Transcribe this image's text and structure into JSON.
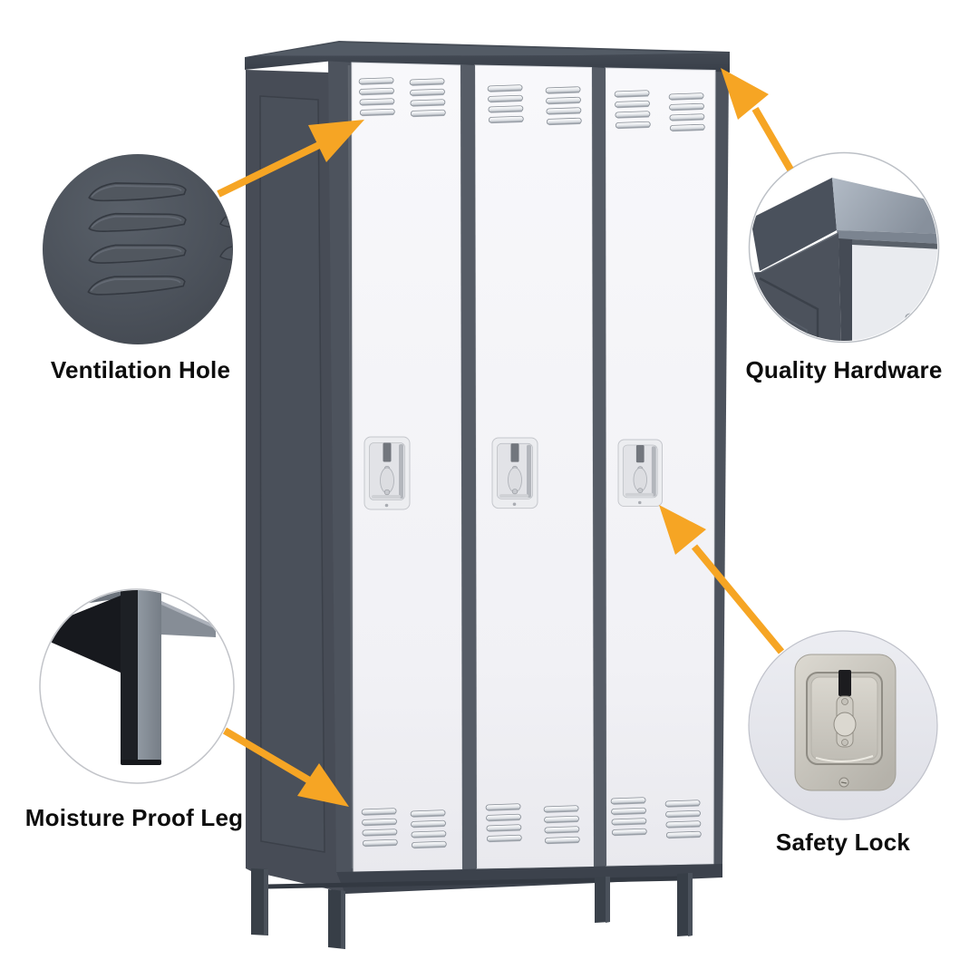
{
  "callouts": [
    {
      "id": "ventilation",
      "label": "Ventilation Hole",
      "position": "top-left"
    },
    {
      "id": "quality",
      "label": "Quality Hardware",
      "position": "top-right"
    },
    {
      "id": "moisture",
      "label": "Moisture Proof Leg",
      "position": "bottom-left"
    },
    {
      "id": "safety",
      "label": "Safety Lock",
      "position": "bottom-right"
    }
  ],
  "scene": {
    "doors": 3,
    "locks": 3,
    "legs_visible": 4,
    "vent_rows_per_group": 4,
    "vent_groups_per_door": 4
  },
  "colors": {
    "accent": "#F6A524",
    "label_text": "#0D0D0D",
    "page_bg": "#FFFFFF",
    "locker_frame": "#474C56",
    "locker_top": "#3E444E",
    "door_white": "#F4F4F7",
    "divider": "#565C66",
    "chrome_vent": "#C9CDD2",
    "lock_plate": "#ECEDF0",
    "steel_lock": "#CFCCC4",
    "leg_dark": "#17191E"
  }
}
